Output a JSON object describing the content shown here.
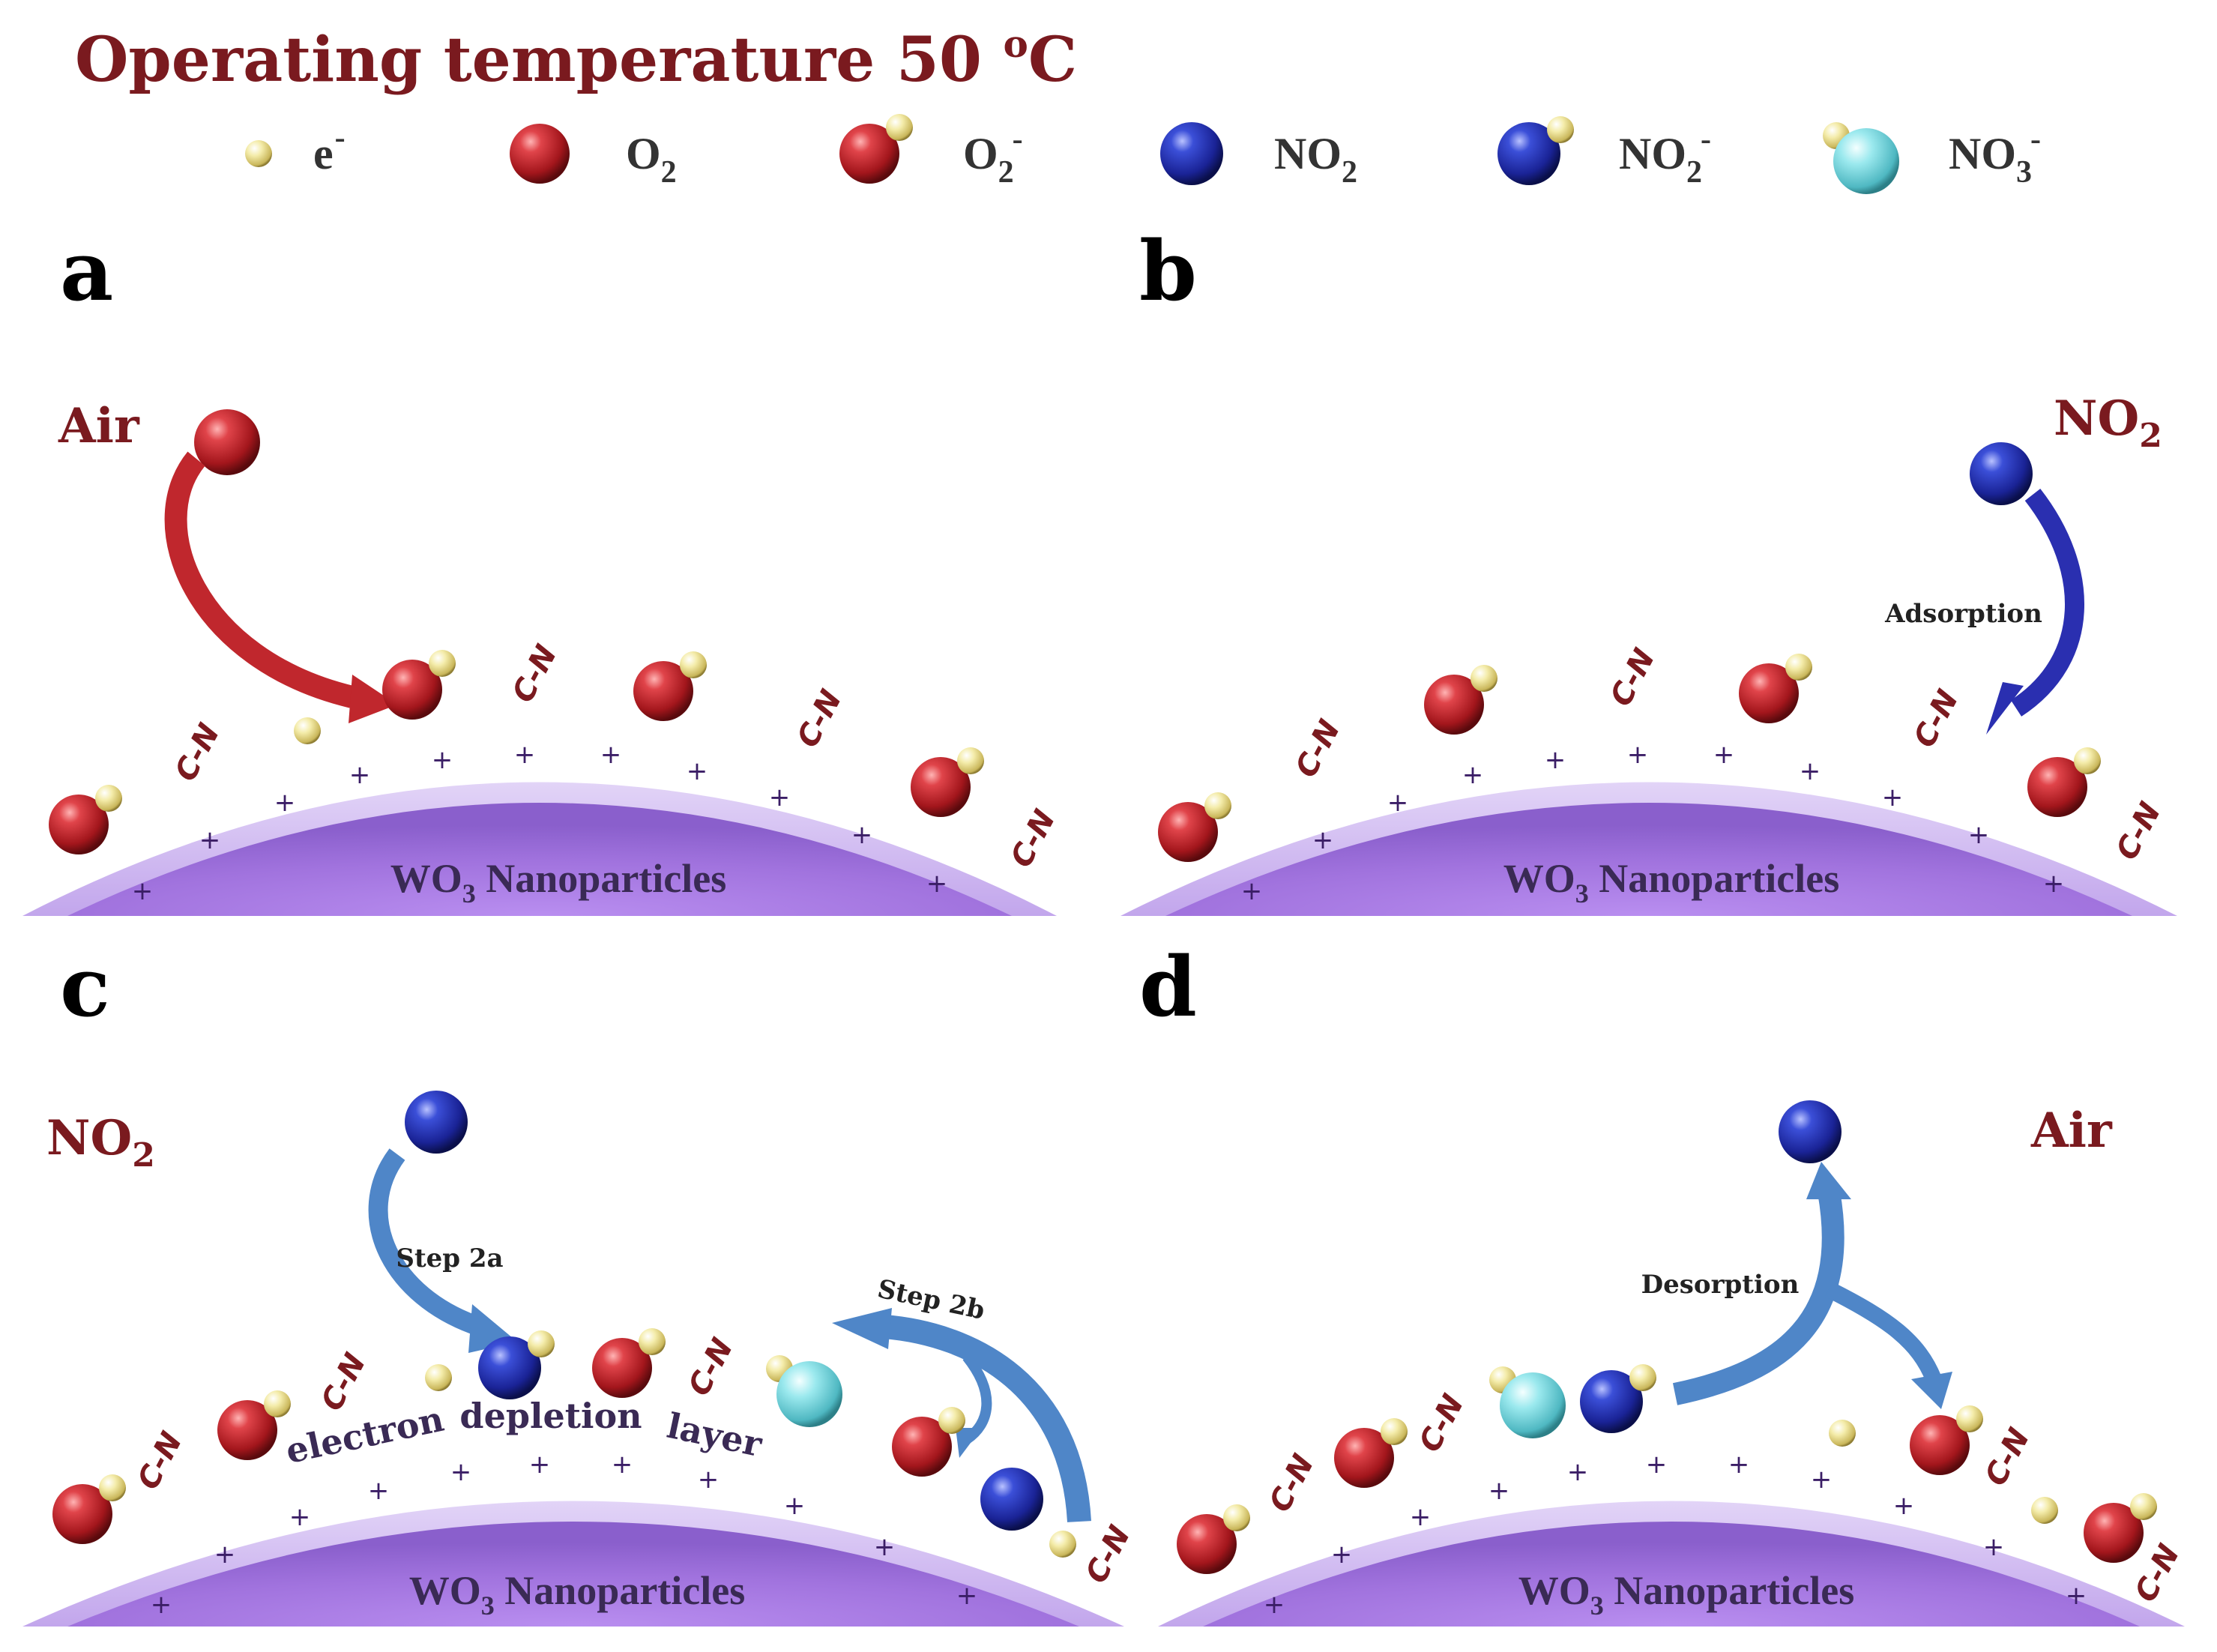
{
  "title": {
    "main": "Operating temperature 50 ",
    "degree": "o",
    "unit": "C"
  },
  "legend": [
    {
      "kind": "e",
      "label": "e",
      "sub": "",
      "sup": "-"
    },
    {
      "kind": "o2",
      "label": "O",
      "sub": "2",
      "sup": ""
    },
    {
      "kind": "o2m",
      "label": "O",
      "sub": "2",
      "sup": "-"
    },
    {
      "kind": "no2",
      "label": "NO",
      "sub": "2",
      "sup": ""
    },
    {
      "kind": "no2m",
      "label": "NO",
      "sub": "2",
      "sup": "-"
    },
    {
      "kind": "no3m",
      "label": "NO",
      "sub": "3",
      "sup": "-"
    }
  ],
  "panels": {
    "a": {
      "letter": "a",
      "gas": "Air",
      "gas_sub": "",
      "np": "WO",
      "np_sub": "3",
      "np_rest": " Nanoparticles"
    },
    "b": {
      "letter": "b",
      "gas": "NO",
      "gas_sub": "2",
      "np": "WO",
      "np_sub": "3",
      "np_rest": " Nanoparticles",
      "arrow_label": "Adsorption"
    },
    "c": {
      "letter": "c",
      "gas": "NO",
      "gas_sub": "2",
      "np": "WO",
      "np_sub": "3",
      "np_rest": " Nanoparticles",
      "step_a": "Step 2a",
      "step_b": "Step 2b",
      "edl": [
        "electron",
        "depletion",
        "layer"
      ]
    },
    "d": {
      "letter": "d",
      "gas": "Air",
      "gas_sub": "",
      "np": "WO",
      "np_sub": "3",
      "np_rest": " Nanoparticles",
      "arrow_label": "Desorption"
    }
  },
  "cn_label": "C-N",
  "plus_sign": "+",
  "colors": {
    "title": "#7a1a1f",
    "o2": "#c0272d",
    "no2": "#1f2fa8",
    "no3": "#7fe0e8",
    "electron": "#f2e79a",
    "particle": "#a77be0",
    "shell": "#cdb6ee",
    "arrow_red": "#c0272d",
    "arrow_blue": "#2a2fb0",
    "arrow_lightblue": "#4f86c8"
  },
  "icons": {
    "e": "electron-sphere",
    "o2": "oxygen-sphere",
    "no2": "no2-sphere",
    "no3": "no3-sphere"
  }
}
